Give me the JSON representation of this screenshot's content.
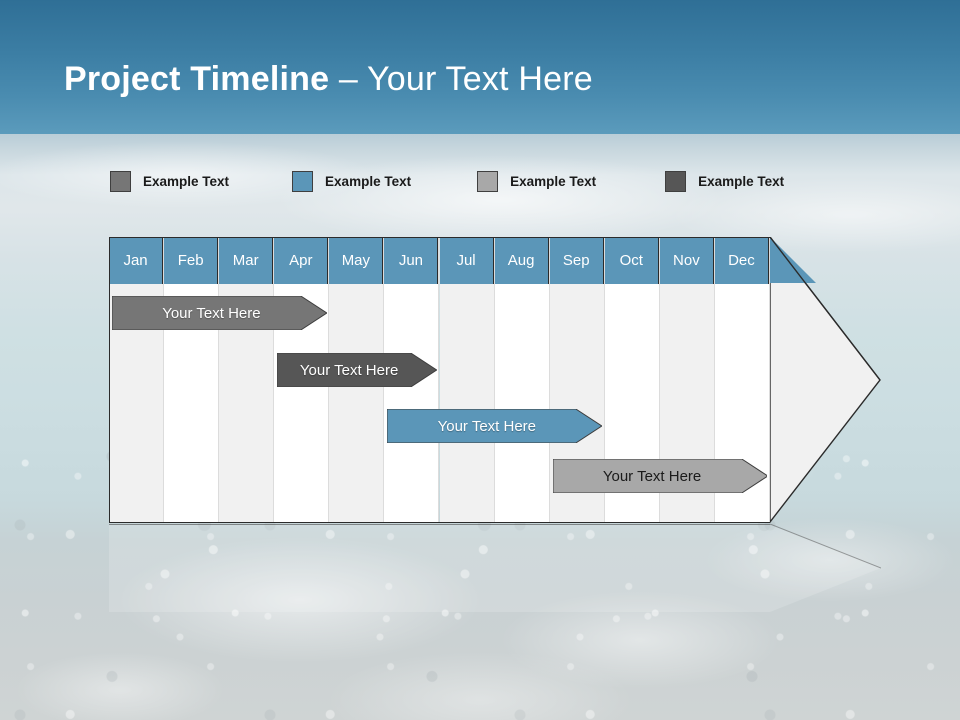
{
  "slide": {
    "title_strong": "Project Timeline",
    "title_rest": " – Your Text Here"
  },
  "legend": {
    "items": [
      {
        "label": "Example Text",
        "color": "#767676",
        "icon": "square-swatch-icon"
      },
      {
        "label": "Example Text",
        "color": "#5b96b8",
        "icon": "square-swatch-icon"
      },
      {
        "label": "Example Text",
        "color": "#a8a8a8",
        "icon": "square-swatch-icon"
      },
      {
        "label": "Example Text",
        "color": "#565656",
        "icon": "square-swatch-icon"
      }
    ]
  },
  "chart_data": {
    "type": "bar",
    "title": "Project Timeline – Your Text Here",
    "xlabel": "",
    "ylabel": "",
    "categories": [
      "Jan",
      "Feb",
      "Mar",
      "Apr",
      "May",
      "Jun",
      "Jul",
      "Aug",
      "Sep",
      "Oct",
      "Nov",
      "Dec"
    ],
    "grid": true,
    "legend_position": "top",
    "series": [
      {
        "name": "Your  Text Here",
        "label": "Your  Text Here",
        "start_month": "Jan",
        "end_month": "Apr",
        "start_index": 0,
        "end_index": 3.9,
        "row": 1,
        "color": "#767676",
        "text_color": "light"
      },
      {
        "name": "Your  Text Here",
        "label": "Your  Text Here",
        "start_month": "Apr",
        "end_month": "Jul",
        "start_index": 3,
        "end_index": 5.9,
        "row": 2,
        "color": "#565656",
        "text_color": "light"
      },
      {
        "name": "Your  Text Here",
        "label": "Your  Text Here",
        "start_month": "Jun",
        "end_month": "Sep",
        "start_index": 5,
        "end_index": 8.9,
        "row": 3,
        "color": "#5b96b8",
        "text_color": "light"
      },
      {
        "name": "Your  Text Here",
        "label": "Your  Text Here",
        "start_month": "Sep",
        "end_month": "Dec",
        "start_index": 8,
        "end_index": 11.9,
        "row": 4,
        "color": "#a8a8a8",
        "text_color": "dark"
      }
    ]
  },
  "colors": {
    "header_band_top": "#2f6f96",
    "header_band_bottom": "#5b9bbc",
    "month_header": "#5b96b8",
    "accent_blue": "#5b96b8",
    "stripe_light": "#f1f1f1",
    "stripe_white": "#ffffff",
    "frame_stroke": "#2b2b2b",
    "arrow_fill": "#f1f1f1"
  }
}
